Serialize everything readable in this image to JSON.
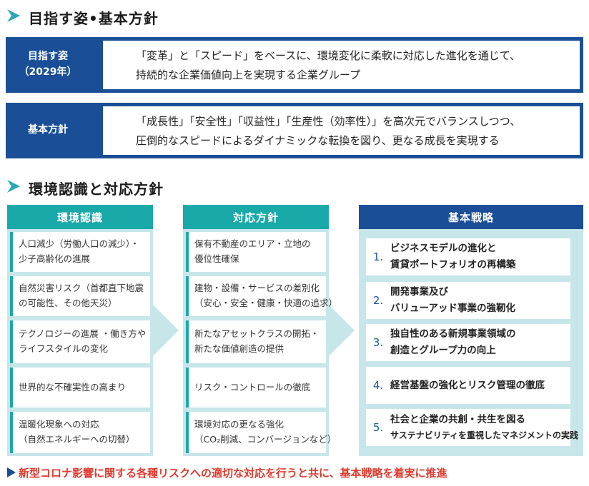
{
  "section1": {
    "title": "目指す姿•基本方針"
  },
  "vision": {
    "label_line1": "目指す姿",
    "label_line2": "（2029年）",
    "text_line1": "「変革」と「スピード」をベースに、環境変化に柔軟に対応した進化を通じて、",
    "text_line2": "持続的な企業価値向上を実現する企業グループ"
  },
  "policy": {
    "label": "基本方針",
    "text_line1": "「成長性」「安全性」「収益性」「生産性（効率性）」を高次元でバランスしつつ、",
    "text_line2": "圧倒的なスピードによるダイナミックな転換を図り、更なる成長を実現する"
  },
  "section2": {
    "title": "環境認識と対応方針"
  },
  "environment": {
    "header": "環境認識",
    "items": [
      {
        "line1": "人口減少（労働人口の減少）・",
        "line2": "少子高齢化の進展"
      },
      {
        "line1": "自然災害リスク（首都直下地震",
        "line2": "の可能性、その他天災）"
      },
      {
        "line1": "テクノロジーの進展 ・働き方や",
        "line2": "ライフスタイルの変化"
      },
      {
        "line1": "世界的な不確実性の高まり",
        "line2": ""
      },
      {
        "line1": "温暖化現象への対応",
        "line2": "（自然エネルギーへの切替）"
      }
    ]
  },
  "response": {
    "header": "対応方針",
    "items": [
      {
        "line1": "保有不動産のエリア・立地の",
        "line2": "優位性確保"
      },
      {
        "line1": "建物・設備・サービスの差別化",
        "line2": "（安心・安全・健康・快適の追求）"
      },
      {
        "line1": "新たなアセットクラスの開拓・",
        "line2": "新たな価値創造の提供"
      },
      {
        "line1": "リスク・コントロールの徹底",
        "line2": ""
      },
      {
        "line1": "環境対応の更なる強化",
        "line2": "（CO₂削減、コンバージョンなど）"
      }
    ]
  },
  "strategy": {
    "header": "基本戦略",
    "items": [
      {
        "num": "1.",
        "line1": "ビジネスモデルの進化と",
        "line2": "賃貸ポートフォリオの再構築"
      },
      {
        "num": "2.",
        "line1": "開発事業及び",
        "line2": "バリューアッド事業の強靭化"
      },
      {
        "num": "3.",
        "line1": "独自性のある新規事業領域の",
        "line2": "創造とグループ力の向上"
      },
      {
        "num": "4.",
        "line1": "経営基盤の強化とリスク管理の徹底",
        "line2": ""
      },
      {
        "num": "5.",
        "line1": "社会と企業の共創・共生を図る",
        "line2": "サステナビリティを重視したマネジメントの実践"
      }
    ]
  },
  "footer": {
    "text": "新型コロナ影響に関する各種リスクへの適切な対応を行うと共に、基本戦略を着実に推進"
  },
  "colors": {
    "navy": "#1a4f97",
    "teal": "#1aa9a9",
    "teal_light": "#c7e6ea",
    "red": "#e03a2f"
  }
}
